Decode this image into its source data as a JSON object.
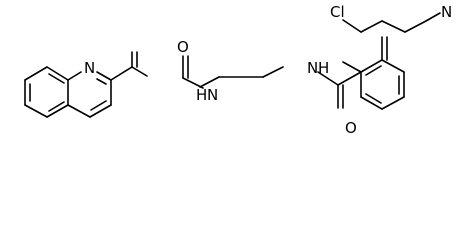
{
  "structure": {
    "atoms": [
      {
        "id": "N_quinoline",
        "label": "N"
      },
      {
        "id": "O_amide_left",
        "label": "O"
      },
      {
        "id": "N_amide_left",
        "label": "N"
      },
      {
        "id": "H_amide_left",
        "label": "H"
      },
      {
        "id": "N_amide_right",
        "label": "N"
      },
      {
        "id": "H_amide_right",
        "label": "H"
      },
      {
        "id": "O_amide_right",
        "label": "O"
      },
      {
        "id": "Cl",
        "label": "Cl"
      },
      {
        "id": "N_pyridine",
        "label": "N"
      }
    ]
  }
}
